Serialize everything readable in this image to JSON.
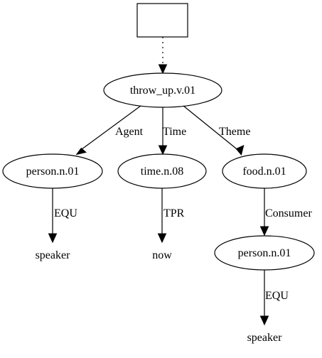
{
  "nodes": {
    "box": "",
    "throw_up": "throw_up.v.01",
    "person_agent": "person.n.01",
    "time": "time.n.08",
    "food": "food.n.01",
    "speaker_1": "speaker",
    "now": "now",
    "person_consumer": "person.n.01",
    "speaker_2": "speaker"
  },
  "edges": {
    "agent": "Agent",
    "time": "Time",
    "theme": "Theme",
    "equ_1": "EQU",
    "tpr": "TPR",
    "consumer": "Consumer",
    "equ_2": "EQU"
  }
}
